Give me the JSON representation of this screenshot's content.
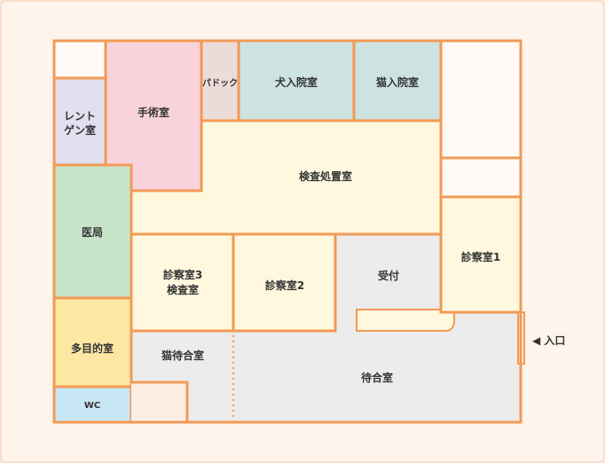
{
  "colors": {
    "background": "#fde9dc",
    "page": "#fff4ec",
    "wall": "#f29a55",
    "white_room": "#fffaf5",
    "surgery": "#f9d3dc",
    "xray": "#e2dff0",
    "paddock": "#ecdcd8",
    "inpatient": "#cde3e1",
    "exam_treatment": "#fff8df",
    "medical_office": "#c8e4c8",
    "exam_rooms": "#fff8df",
    "reception": "#ececec",
    "multipurpose": "#fde7a3",
    "wc": "#c8e7f5",
    "waiting": "#ececec",
    "cat_waiting": "#ececec",
    "divider": "#f29a55"
  },
  "rooms": {
    "xray": {
      "line1": "レント",
      "line2": "ゲン室"
    },
    "surgery": "手術室",
    "paddock": "パドック",
    "dog_ward": "犬入院室",
    "cat_ward": "猫入院室",
    "exam_treatment": "検査処置室",
    "medical_office": "医局",
    "consult3": {
      "line1": "診察室3",
      "line2": "検査室"
    },
    "consult2": "診察室2",
    "reception": "受付",
    "consult1": "診察室1",
    "multipurpose": "多目的室",
    "cat_waiting": "猫待合室",
    "waiting": "待合室",
    "wc": "WC"
  },
  "entrance": {
    "arrow": "◀",
    "label": "入口"
  }
}
